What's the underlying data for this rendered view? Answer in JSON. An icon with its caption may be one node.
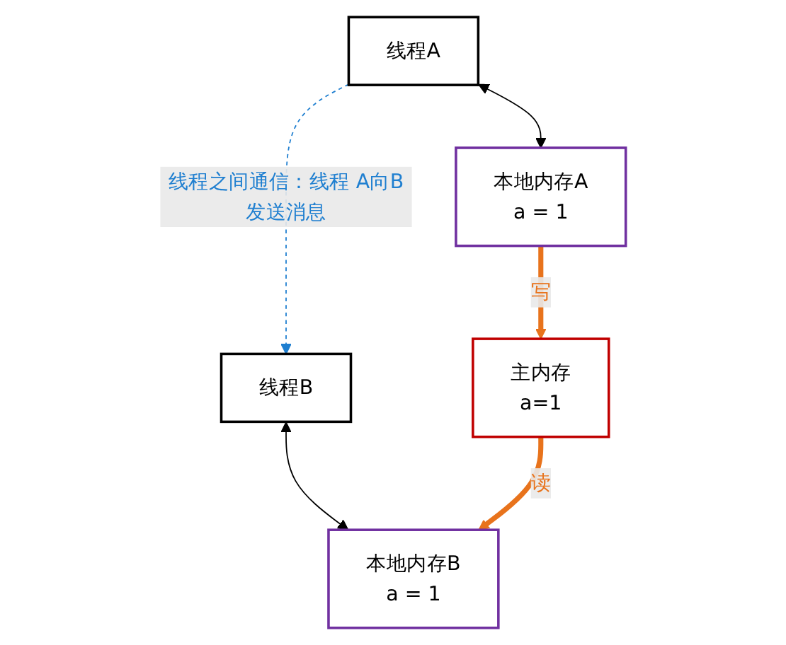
{
  "diagram": {
    "nodes": [
      {
        "text": [
          "线程A"
        ]
      },
      {
        "text": [
          "线程B"
        ]
      },
      {
        "text": [
          "本地内存A",
          "a = 1"
        ]
      },
      {
        "text": [
          "本地内存B",
          "a = 1"
        ]
      },
      {
        "text": [
          "主内存",
          "a=1"
        ]
      }
    ],
    "edges": [
      {
        "from": 0,
        "to": 2,
        "arrow": "both"
      },
      {
        "from": 1,
        "to": 3,
        "arrow": "both"
      },
      {
        "from": 0,
        "to": 1,
        "arrow": "to",
        "label": "线程之间通信：线程 A向B发送消息",
        "style": "dashed",
        "color": "#1f7fd0"
      },
      {
        "from": 2,
        "to": 4,
        "arrow": "to",
        "label": "写",
        "style": "thick",
        "color": "#e8731c"
      },
      {
        "from": 4,
        "to": 3,
        "arrow": "to",
        "label": "读",
        "style": "thick",
        "color": "#e8731c"
      }
    ]
  }
}
